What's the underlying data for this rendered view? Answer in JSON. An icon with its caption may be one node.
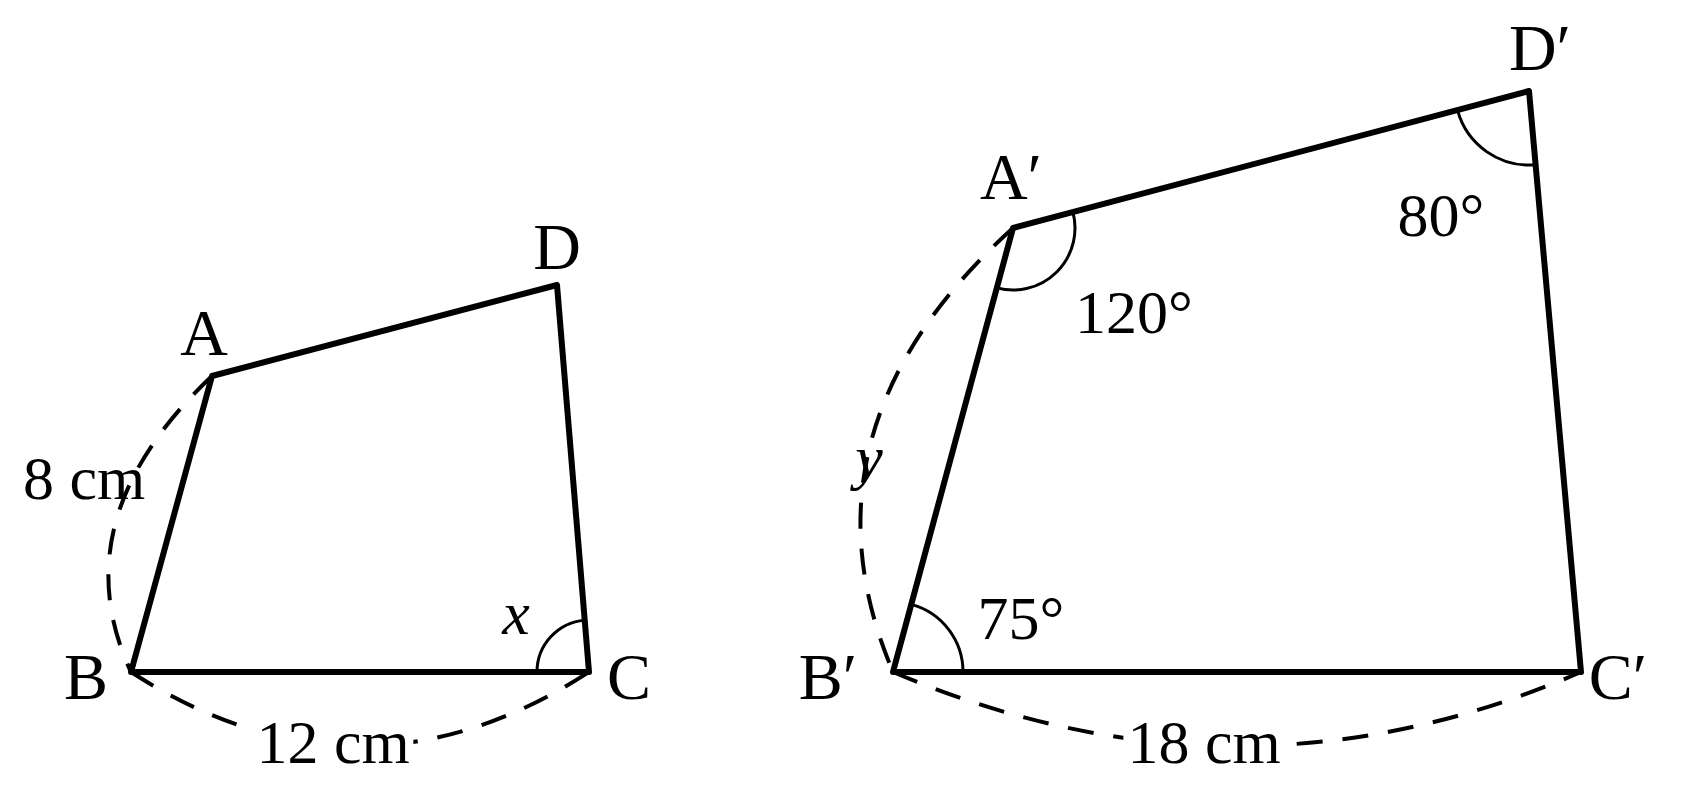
{
  "diagram": {
    "labels": [
      "D′",
      "A′",
      "D",
      "80°",
      "A",
      "120°",
      "8 cm",
      "y",
      "x",
      "75°",
      "B",
      "C",
      "B′",
      "C′",
      "12 cm",
      "18 cm"
    ]
  }
}
